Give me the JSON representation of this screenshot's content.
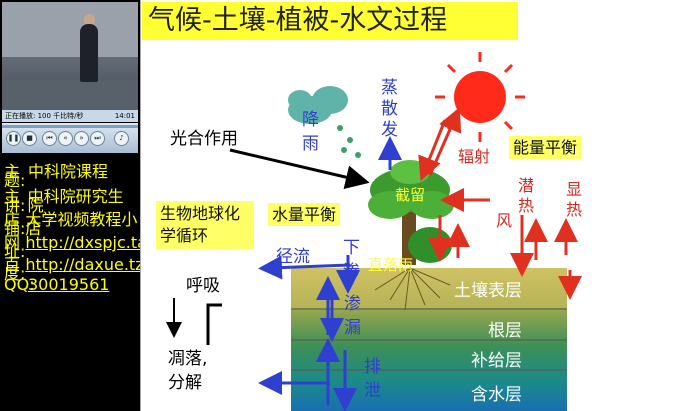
{
  "player": {
    "status_left": "正在播放: 100 千比特/秒",
    "status_time": "14:01",
    "info": [
      {
        "label": "主 题:",
        "value": "中科院课程",
        "link": false
      },
      {
        "label": "主 讲:",
        "value": "中科院研究生院",
        "link": false
      },
      {
        "label": "店 铺:",
        "value": "大学视频教程小店",
        "link": false
      },
      {
        "label": "网 址:",
        "value": "http://dxspjc.taobao.com/",
        "link": true
      },
      {
        "label": "百 度:",
        "value": "http://daxue.tz.cn",
        "link": true
      },
      {
        "label": "QQ:",
        "value": "30019561",
        "link": true
      }
    ],
    "controls": [
      "pause-icon",
      "stop-icon",
      "previous-icon",
      "rewind-icon",
      "forward-icon",
      "next-icon",
      "volume-icon"
    ]
  },
  "slide": {
    "title": "气候-土壤-植被-水文过程",
    "labels": {
      "photosynthesis": "光合作用",
      "rain_cloud": "降雨",
      "evapotranspiration": "蒸散发",
      "radiation": "辐射",
      "energy_balance": "能量平衡",
      "biogeochem": "生物地球化学循环",
      "water_balance": "水量平衡",
      "latent_heat": "潜热",
      "sensible_heat": "显热",
      "wind": "风",
      "interception": "截留",
      "throughfall": "直落雨",
      "runoff": "径流",
      "infiltration": "下渗",
      "percolation": "渗漏",
      "respiration": "呼吸",
      "litterfall": "凋落,",
      "decomposition": "分解",
      "drainage": "排泄"
    },
    "layers": [
      "土壤表层",
      "根层",
      "补给层",
      "含水层"
    ],
    "colors": {
      "title_bg": "#ffff33",
      "box_bg": "#ffff66",
      "blue_text": "#2f3fd0",
      "red_text": "#d7261f",
      "sun": "#ff2a1a"
    }
  }
}
